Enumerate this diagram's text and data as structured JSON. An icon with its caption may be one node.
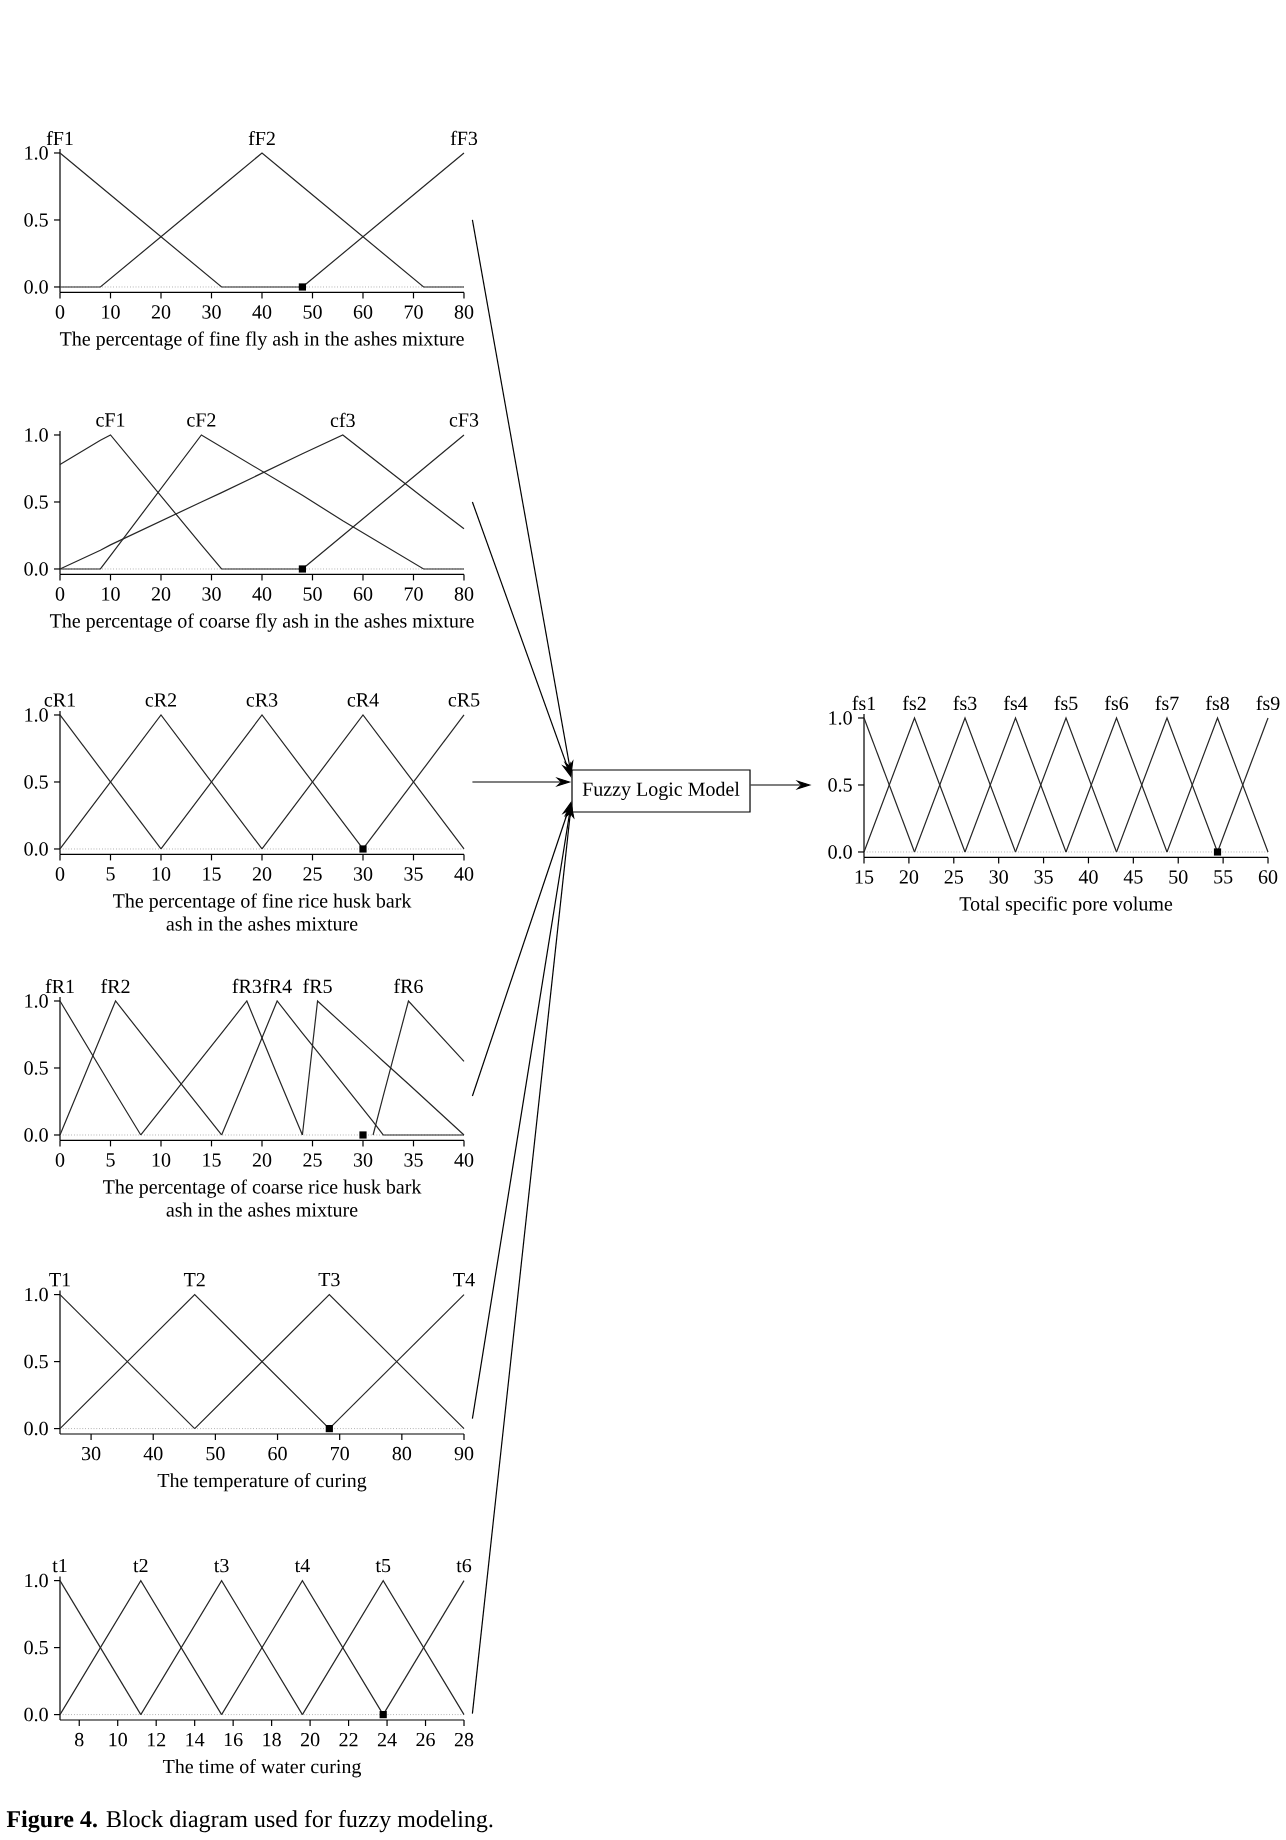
{
  "diagram": {
    "nodes": [
      {
        "text": [],
        "shape": "picture"
      },
      {
        "text": [],
        "shape": "picture"
      },
      {
        "text": [],
        "shape": "picture"
      },
      {
        "text": [],
        "shape": "picture"
      },
      {
        "text": [],
        "shape": "picture"
      },
      {
        "text": [],
        "shape": "picture"
      },
      {
        "text": [
          "Fuzzy Logic Model"
        ]
      },
      {
        "text": [],
        "shape": "picture"
      }
    ],
    "edges": [
      {
        "from": 0,
        "to": 6,
        "arrow": "to"
      },
      {
        "from": 1,
        "to": 6,
        "arrow": "to"
      },
      {
        "from": 2,
        "to": 6,
        "arrow": "to"
      },
      {
        "from": 3,
        "to": 6,
        "arrow": "to"
      },
      {
        "from": 4,
        "to": 6,
        "arrow": "to"
      },
      {
        "from": 5,
        "to": 6,
        "arrow": "to"
      },
      {
        "from": 6,
        "to": 7,
        "arrow": "to"
      }
    ],
    "caption": "**Figure 4.** Block diagram used for fuzzy modeling.",
    "chart_data": [
      {
        "type": "line",
        "xlabel": "The percentage of fine fly ash in the ashes mixture",
        "x": [
          0,
          8,
          32,
          40,
          48,
          72,
          80
        ],
        "series": [
          {
            "name": "fF1",
            "values": [
              1,
              0.75,
              0,
              0,
              0,
              null,
              null
            ]
          },
          {
            "name": "fF2",
            "values": [
              0,
              0,
              0.75,
              1,
              0.75,
              0,
              0
            ]
          },
          {
            "name": "fF3",
            "values": [
              null,
              null,
              null,
              null,
              0,
              0.75,
              1
            ]
          }
        ],
        "xlim": [
          0,
          80
        ],
        "ylim": [
          0,
          1
        ],
        "xticks": [
          0,
          10,
          20,
          30,
          40,
          50,
          60,
          70,
          80
        ],
        "yticks": [
          {
            "value": 0,
            "label": "0.0"
          },
          {
            "value": 0.5,
            "label": "0.5"
          },
          {
            "value": 1,
            "label": "1.0"
          }
        ]
      },
      {
        "type": "line",
        "xlabel": "The percentage of coarse fly ash in the ashes mixture",
        "x": [
          0,
          8,
          10,
          28,
          32,
          48,
          56,
          72,
          80
        ],
        "series": [
          {
            "name": "cF1",
            "values": [
              0.78,
              0.96,
              1,
              0.18,
              0,
              0,
              null,
              null,
              null
            ]
          },
          {
            "name": "cF2",
            "values": [
              0,
              0,
              0.1,
              1,
              0.91,
              0.55,
              0.36,
              0,
              0
            ]
          },
          {
            "name": "cf3",
            "values": [
              0,
              0.14,
              0.18,
              0.5,
              0.57,
              0.86,
              1,
              0.53,
              0.3
            ]
          },
          {
            "name": "cF3",
            "values": [
              null,
              null,
              null,
              null,
              null,
              0,
              0.25,
              0.75,
              1
            ]
          }
        ],
        "xlim": [
          0,
          80
        ],
        "ylim": [
          0,
          1
        ],
        "xticks": [
          0,
          10,
          20,
          30,
          40,
          50,
          60,
          70,
          80
        ],
        "yticks": [
          {
            "value": 0,
            "label": "0.0"
          },
          {
            "value": 0.5,
            "label": "0.5"
          },
          {
            "value": 1,
            "label": "1.0"
          }
        ]
      },
      {
        "type": "line",
        "xlabel": "The percentage of fine rice husk bark ash in the ashes mixture",
        "x": [
          0,
          10,
          20,
          30,
          40
        ],
        "series": [
          {
            "name": "cR1",
            "values": [
              1,
              0,
              null,
              null,
              null
            ]
          },
          {
            "name": "cR2",
            "values": [
              0,
              1,
              0,
              null,
              null
            ]
          },
          {
            "name": "cR3",
            "values": [
              null,
              0,
              1,
              0,
              null
            ]
          },
          {
            "name": "cR4",
            "values": [
              null,
              null,
              0,
              1,
              0
            ]
          },
          {
            "name": "cR5",
            "values": [
              null,
              null,
              null,
              0,
              1
            ]
          }
        ],
        "xlim": [
          0,
          40
        ],
        "ylim": [
          0,
          1
        ],
        "xticks": [
          0,
          5,
          10,
          15,
          20,
          25,
          30,
          35,
          40
        ],
        "yticks": [
          {
            "value": 0,
            "label": "0.0"
          },
          {
            "value": 0.5,
            "label": "0.5"
          },
          {
            "value": 1,
            "label": "1.0"
          }
        ]
      },
      {
        "type": "line",
        "xlabel": "The percentage of coarse rice husk bark ash in the ashes mixture",
        "x": [
          0,
          5.5,
          8,
          16,
          18.5,
          21.5,
          24,
          25.5,
          31,
          32,
          34.5,
          40
        ],
        "series": [
          {
            "name": "fR1",
            "values": [
              1,
              0.31,
              0,
              null,
              null,
              null,
              null,
              null,
              null,
              null,
              null,
              null
            ]
          },
          {
            "name": "fR2",
            "values": [
              0,
              1,
              0.76,
              0,
              null,
              null,
              null,
              null,
              null,
              null,
              null,
              null
            ]
          },
          {
            "name": "fR3",
            "values": [
              null,
              null,
              0,
              0.76,
              1,
              0.45,
              0,
              null,
              null,
              null,
              null,
              null
            ]
          },
          {
            "name": "fR4",
            "values": [
              null,
              null,
              null,
              0,
              0.45,
              1,
              0.76,
              0.62,
              0.1,
              0,
              0,
              0
            ]
          },
          {
            "name": "fR5",
            "values": [
              null,
              null,
              null,
              null,
              null,
              null,
              0,
              1,
              0.62,
              0.55,
              0.38,
              0
            ]
          },
          {
            "name": "fR6",
            "values": [
              null,
              null,
              null,
              null,
              null,
              null,
              null,
              null,
              0,
              0.29,
              1,
              0.55
            ]
          }
        ],
        "xlim": [
          0,
          40
        ],
        "ylim": [
          0,
          1
        ],
        "xticks": [
          0,
          5,
          10,
          15,
          20,
          25,
          30,
          35,
          40
        ],
        "yticks": [
          {
            "value": 0,
            "label": "0.0"
          },
          {
            "value": 0.5,
            "label": "0.5"
          },
          {
            "value": 1,
            "label": "1.0"
          }
        ]
      },
      {
        "type": "line",
        "xlabel": "The temperature of curing",
        "x": [
          25,
          46.67,
          68.33,
          90
        ],
        "series": [
          {
            "name": "T1",
            "values": [
              1,
              0,
              null,
              null
            ]
          },
          {
            "name": "T2",
            "values": [
              0,
              1,
              0,
              null
            ]
          },
          {
            "name": "T3",
            "values": [
              null,
              0,
              1,
              0
            ]
          },
          {
            "name": "T4",
            "values": [
              null,
              null,
              0,
              1
            ]
          }
        ],
        "xlim": [
          25,
          90
        ],
        "ylim": [
          0,
          1
        ],
        "xticks": [
          30,
          40,
          50,
          60,
          70,
          80,
          90
        ],
        "yticks": [
          {
            "value": 0,
            "label": "0.0"
          },
          {
            "value": 0.5,
            "label": "0.5"
          },
          {
            "value": 1,
            "label": "1.0"
          }
        ]
      },
      {
        "type": "line",
        "xlabel": "The time of water curing",
        "x": [
          7,
          11.2,
          15.4,
          19.6,
          23.8,
          28
        ],
        "series": [
          {
            "name": "t1",
            "values": [
              1,
              0,
              null,
              null,
              null,
              null
            ]
          },
          {
            "name": "t2",
            "values": [
              0,
              1,
              0,
              null,
              null,
              null
            ]
          },
          {
            "name": "t3",
            "values": [
              null,
              0,
              1,
              0,
              null,
              null
            ]
          },
          {
            "name": "t4",
            "values": [
              null,
              null,
              0,
              1,
              0,
              null
            ]
          },
          {
            "name": "t5",
            "values": [
              null,
              null,
              null,
              0,
              1,
              0
            ]
          },
          {
            "name": "t6",
            "values": [
              null,
              null,
              null,
              null,
              0,
              1
            ]
          }
        ],
        "xlim": [
          7,
          28
        ],
        "ylim": [
          0,
          1
        ],
        "xticks": [
          8,
          10,
          12,
          14,
          16,
          18,
          20,
          22,
          24,
          26,
          28
        ],
        "yticks": [
          {
            "value": 0,
            "label": "0.0"
          },
          {
            "value": 0.5,
            "label": "0.5"
          },
          {
            "value": 1,
            "label": "1.0"
          }
        ]
      },
      {
        "type": "line",
        "xlabel": "Total specific pore volume",
        "x": [
          15,
          20.625,
          26.25,
          31.875,
          37.5,
          43.125,
          48.75,
          54.375,
          60
        ],
        "series": [
          {
            "name": "fs1",
            "values": [
              1,
              0,
              null,
              null,
              null,
              null,
              null,
              null,
              null
            ]
          },
          {
            "name": "fs2",
            "values": [
              0,
              1,
              0,
              null,
              null,
              null,
              null,
              null,
              null
            ]
          },
          {
            "name": "fs3",
            "values": [
              null,
              0,
              1,
              0,
              null,
              null,
              null,
              null,
              null
            ]
          },
          {
            "name": "fs4",
            "values": [
              null,
              null,
              0,
              1,
              0,
              null,
              null,
              null,
              null
            ]
          },
          {
            "name": "fs5",
            "values": [
              null,
              null,
              null,
              0,
              1,
              0,
              null,
              null,
              null
            ]
          },
          {
            "name": "fs6",
            "values": [
              null,
              null,
              null,
              null,
              0,
              1,
              0,
              null,
              null
            ]
          },
          {
            "name": "fs7",
            "values": [
              null,
              null,
              null,
              null,
              null,
              0,
              1,
              0,
              null
            ]
          },
          {
            "name": "fs8",
            "values": [
              null,
              null,
              null,
              null,
              null,
              null,
              0,
              1,
              0
            ]
          },
          {
            "name": "fs9",
            "values": [
              null,
              null,
              null,
              null,
              null,
              null,
              null,
              0,
              1
            ]
          }
        ],
        "xlim": [
          15,
          60
        ],
        "ylim": [
          0,
          1
        ],
        "xticks": [
          15,
          20,
          25,
          30,
          35,
          40,
          45,
          50,
          55,
          60
        ],
        "yticks": [
          {
            "value": 0,
            "label": "0.0"
          },
          {
            "value": 0.5,
            "label": "0.5"
          },
          {
            "value": 1,
            "label": "1.0"
          }
        ]
      }
    ]
  }
}
